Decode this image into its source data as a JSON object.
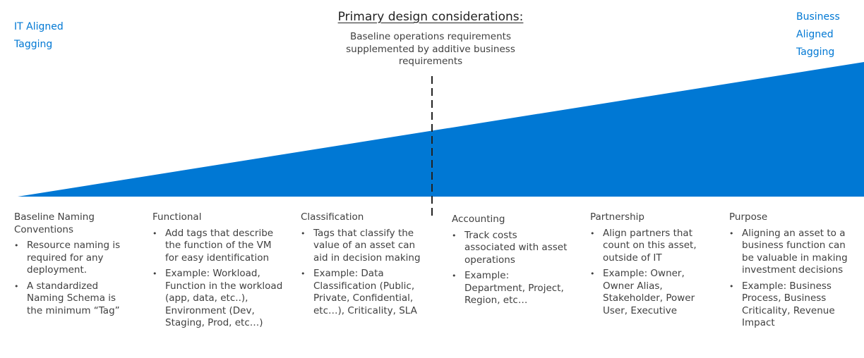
{
  "left_label": [
    "IT Aligned",
    "Tagging"
  ],
  "right_label": [
    "Business",
    "Aligned",
    "Tagging"
  ],
  "title": "Primary design considerations:",
  "subtitle": "Baseline operations requirements supplemented by additive business requirements",
  "colors": {
    "wedge": "#0078d4",
    "corner_text": "#0078d4",
    "body_text": "#404040"
  },
  "columns": [
    {
      "title": "Baseline Naming Conventions",
      "bullets": [
        "Resource naming is required for any deployment.",
        "A standardized Naming Schema is the minimum “Tag”"
      ]
    },
    {
      "title": "Functional",
      "bullets": [
        "Add tags that describe the function of the VM for easy identification",
        "Example: Workload, Function in the workload (app, data, etc..), Environment (Dev, Staging, Prod, etc…)"
      ]
    },
    {
      "title": "Classification",
      "bullets": [
        "Tags that classify the value of an asset can aid in decision making",
        "Example: Data Classification (Public, Private, Confidential, etc…), Criticality, SLA"
      ]
    },
    {
      "title": "Accounting",
      "bullets": [
        "Track costs associated with asset operations",
        "Example: Department, Project, Region, etc…"
      ]
    },
    {
      "title": "Partnership",
      "bullets": [
        "Align partners that count on this asset, outside of IT",
        "Example: Owner, Owner Alias, Stakeholder, Power User, Executive"
      ]
    },
    {
      "title": "Purpose",
      "bullets": [
        "Aligning an asset to a business function can be valuable in making investment decisions",
        "Example: Business Process, Business Criticality, Revenue Impact"
      ]
    }
  ]
}
